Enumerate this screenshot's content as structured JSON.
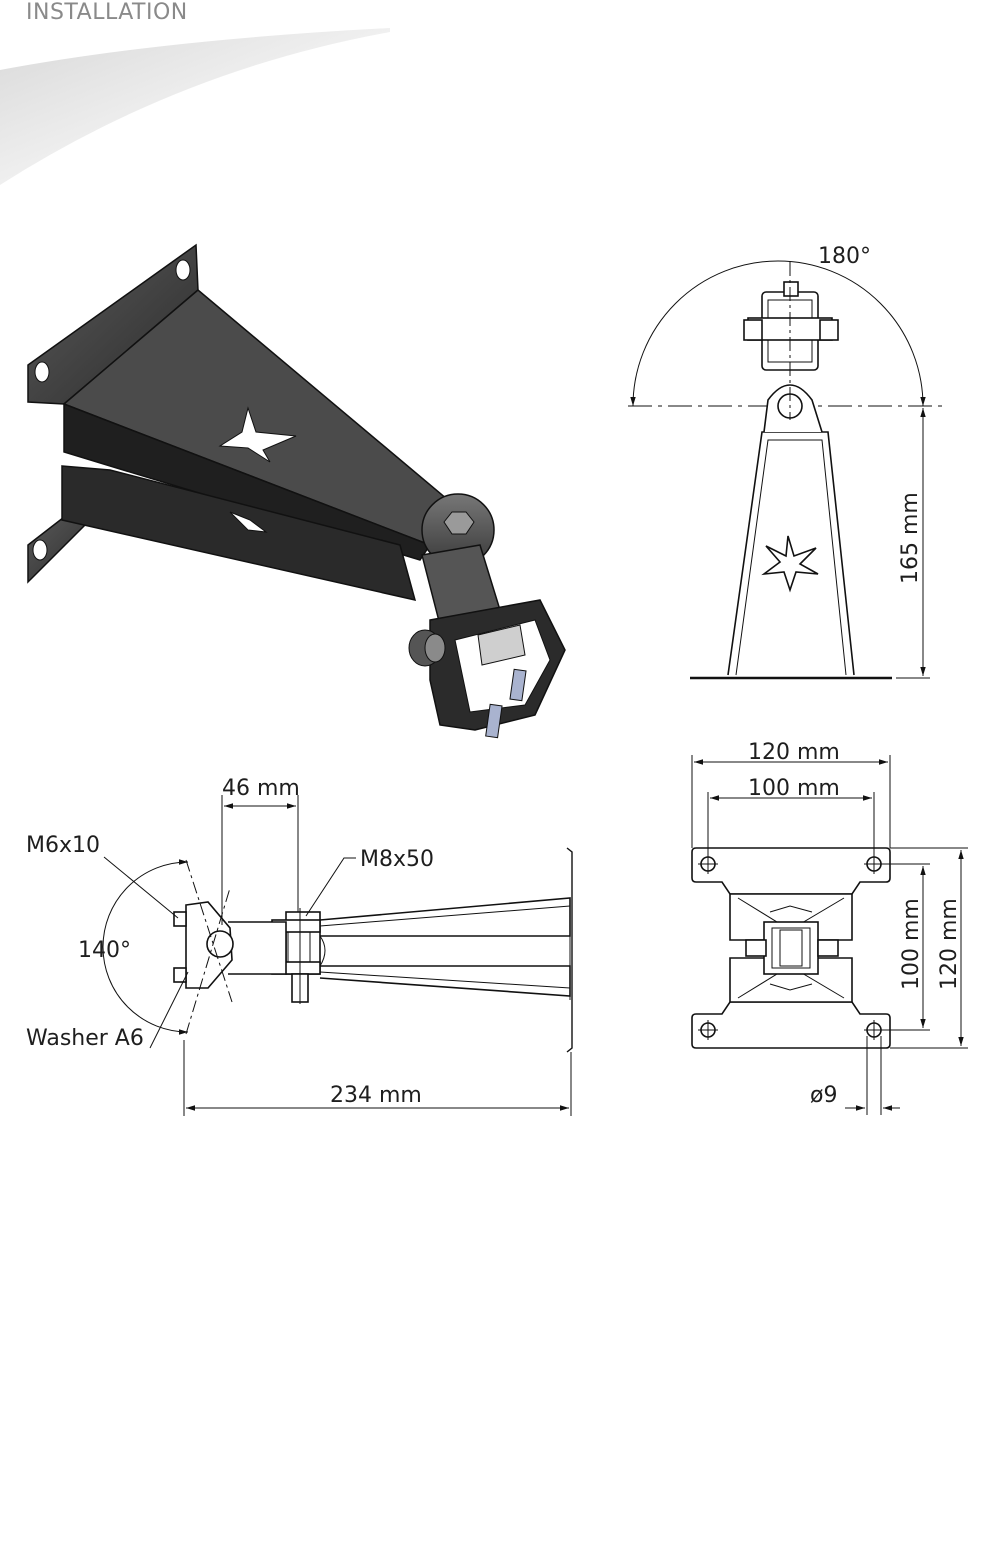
{
  "header": {
    "title": "INSTALLATION"
  },
  "drawing": {
    "top_view": {
      "angle_label": "180°",
      "height_label": "165 mm"
    },
    "side_view": {
      "offset_label": "46 mm",
      "screw_small_label": "M6x10",
      "bolt_label": "M8x50",
      "angle_label": "140°",
      "washer_label": "Washer A6",
      "length_label": "234 mm"
    },
    "plate_view": {
      "outer_width_label": "120 mm",
      "inner_width_label": "100 mm",
      "inner_height_label": "100 mm",
      "outer_height_label": "120 mm",
      "hole_label": "ø9"
    }
  }
}
